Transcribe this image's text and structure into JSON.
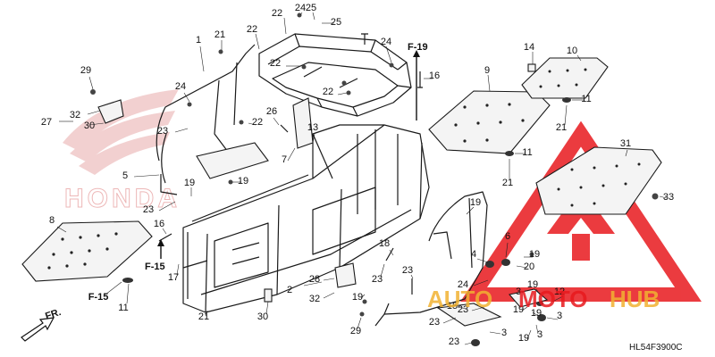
{
  "diagram": {
    "code": "HL54F3900C",
    "refs": {
      "f19": "F-19",
      "f15": "F-15",
      "fr": "FR."
    },
    "watermark": {
      "brand_a": "AUTO",
      "brand_b": "MOTO",
      "brand_c": "HUB",
      "maker": "HONDA",
      "accent_color": "#e8191e",
      "gold_color": "#f1b232"
    },
    "callouts": [
      "1",
      "21",
      "22",
      "24",
      "25",
      "22",
      "25",
      "24",
      "29",
      "32",
      "27",
      "30",
      "24",
      "23",
      "26",
      "22",
      "22",
      "22",
      "13",
      "7",
      "16",
      "14",
      "10",
      "9",
      "11",
      "21",
      "11",
      "31",
      "21",
      "33",
      "5",
      "19",
      "23",
      "19",
      "16",
      "8",
      "17",
      "F-15",
      "11",
      "21",
      "2",
      "28",
      "32",
      "30",
      "18",
      "23",
      "19",
      "29",
      "23",
      "19",
      "6",
      "4",
      "24",
      "19",
      "20",
      "23",
      "3",
      "19",
      "12",
      "23",
      "15",
      "23",
      "3",
      "19",
      "19",
      "3",
      "3",
      "19"
    ]
  }
}
